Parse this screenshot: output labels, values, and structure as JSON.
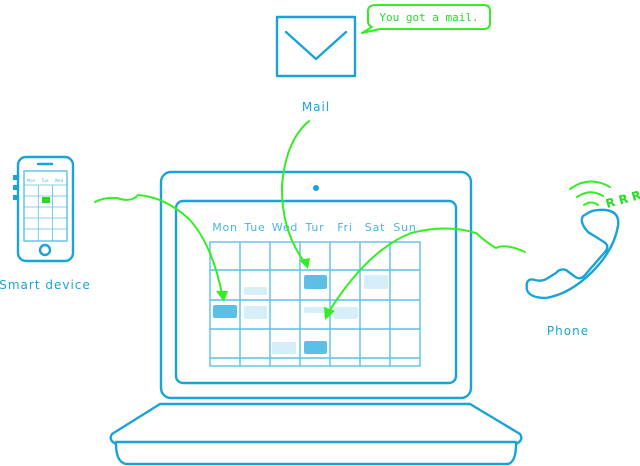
{
  "mail": {
    "label": "Mail",
    "bubble_text": "You got a mail."
  },
  "smart_device": {
    "label": "Smart device",
    "mini_days": [
      "Mon",
      "Tue",
      "Wed"
    ]
  },
  "phone": {
    "label": "Phone",
    "ring_text": "R R R"
  },
  "calendar": {
    "days": [
      "Mon",
      "Tue",
      "Wed",
      "Tur",
      "Fri",
      "Sat",
      "Sun"
    ]
  },
  "colors": {
    "line_blue": "#1aa3d6",
    "arrow_green": "#33ee22",
    "event_dark": "#5cc0e6",
    "event_light": "#d6eef8"
  }
}
